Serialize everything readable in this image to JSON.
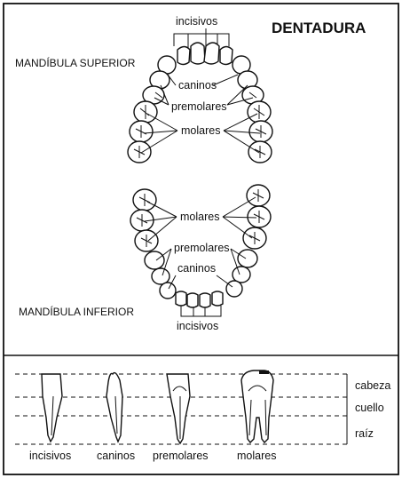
{
  "title": "DENTADURA",
  "upper": {
    "jaw_label": "MANDÍBULA SUPERIOR",
    "incisivos": "incisivos",
    "caninos": "caninos",
    "premolares": "premolares",
    "molares": "molares"
  },
  "lower": {
    "jaw_label": "MANDÍBULA INFERIOR",
    "molares": "molares",
    "premolares": "premolares",
    "caninos": "caninos",
    "incisivos": "incisivos"
  },
  "sections": {
    "cabeza": "cabeza",
    "cuello": "cuello",
    "raiz": "raíz"
  },
  "tooth_types": {
    "incisivos": "incisivos",
    "caninos": "caninos",
    "premolares": "premolares",
    "molares": "molares"
  }
}
